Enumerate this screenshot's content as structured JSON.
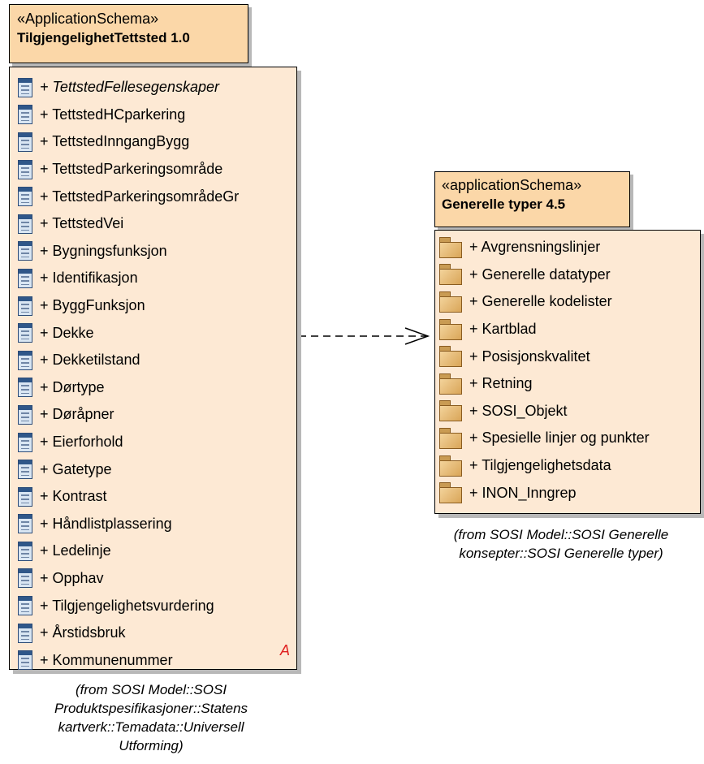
{
  "left_package": {
    "stereotype": "«ApplicationSchema»",
    "name": "TilgjengelighetTettsted 1.0",
    "items": [
      {
        "label": "+ TettstedFellesegenskaper",
        "italic": true
      },
      {
        "label": "+ TettstedHCparkering"
      },
      {
        "label": "+ TettstedInngangBygg"
      },
      {
        "label": "+ TettstedParkeringsområde"
      },
      {
        "label": "+ TettstedParkeringsområdeGr"
      },
      {
        "label": "+ TettstedVei"
      },
      {
        "label": "+ Bygningsfunksjon"
      },
      {
        "label": "+ Identifikasjon"
      },
      {
        "label": "+ ByggFunksjon"
      },
      {
        "label": "+ Dekke"
      },
      {
        "label": "+ Dekketilstand"
      },
      {
        "label": "+ Dørtype"
      },
      {
        "label": "+ Døråpner"
      },
      {
        "label": "+ Eierforhold"
      },
      {
        "label": "+ Gatetype"
      },
      {
        "label": "+ Kontrast"
      },
      {
        "label": "+ Håndlistplassering"
      },
      {
        "label": "+ Ledelinje"
      },
      {
        "label": "+ Opphav"
      },
      {
        "label": "+ Tilgjengelighetsvurdering"
      },
      {
        "label": "+ Årstidsbruk"
      },
      {
        "label": "+ Kommunenummer"
      }
    ],
    "abstract_mark": "A",
    "from_lines": [
      "(from SOSI Model::SOSI",
      "Produktspesifikasjoner::Statens",
      "kartverk::Temadata::Universell",
      "Utforming)"
    ]
  },
  "right_package": {
    "stereotype": "«applicationSchema»",
    "name": "Generelle typer 4.5",
    "items": [
      {
        "label": "+ Avgrensningslinjer"
      },
      {
        "label": "+ Generelle datatyper"
      },
      {
        "label": "+ Generelle kodelister"
      },
      {
        "label": "+ Kartblad"
      },
      {
        "label": "+ Posisjonskvalitet"
      },
      {
        "label": "+ Retning"
      },
      {
        "label": "+ SOSI_Objekt"
      },
      {
        "label": "+ Spesielle linjer og punkter"
      },
      {
        "label": "+ Tilgjengelighetsdata"
      },
      {
        "label": "+ INON_Inngrep"
      }
    ],
    "from_lines": [
      "(from SOSI Model::SOSI Generelle",
      "konsepter::SOSI Generelle typer)"
    ]
  },
  "colors": {
    "tab_fill": "#fbd7a8",
    "body_fill": "#fde9d4",
    "border": "#000000",
    "shadow": "#b8b8b8",
    "abstract_mark": "#e02020"
  },
  "icons": {
    "left_items": "class-icon",
    "right_items": "package-icon"
  }
}
